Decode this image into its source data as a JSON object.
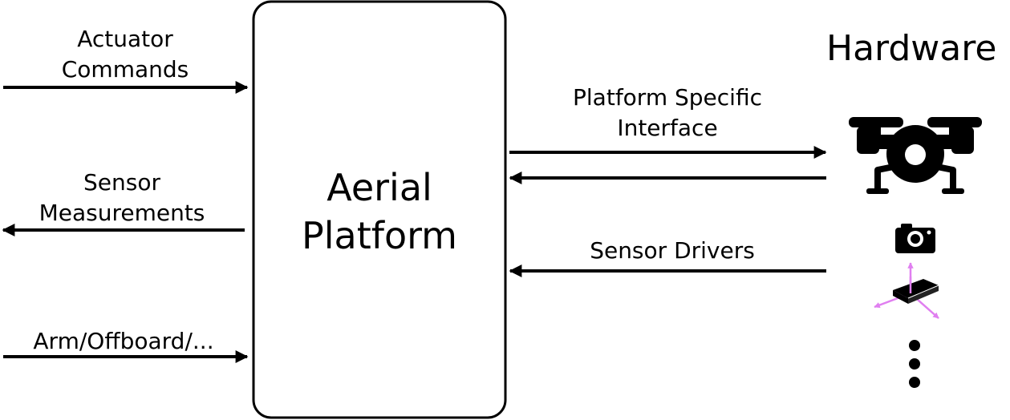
{
  "platform": {
    "line1": "Aerial",
    "line2": "Platform"
  },
  "left": {
    "actuator": {
      "line1": "Actuator",
      "line2": "Commands"
    },
    "sensor": {
      "line1": "Sensor",
      "line2": "Measurements"
    },
    "arm": "Arm/Offboard/..."
  },
  "right": {
    "interface": {
      "line1": "Platform Specific",
      "line2": "Interface"
    },
    "drivers": "Sensor Drivers"
  },
  "hardware": {
    "title": "Hardware",
    "icons": [
      "drone-icon",
      "camera-icon",
      "imu-icon",
      "ellipsis-icon"
    ]
  },
  "colors": {
    "stroke": "#000000",
    "imu_axes": "#e07ff0"
  }
}
